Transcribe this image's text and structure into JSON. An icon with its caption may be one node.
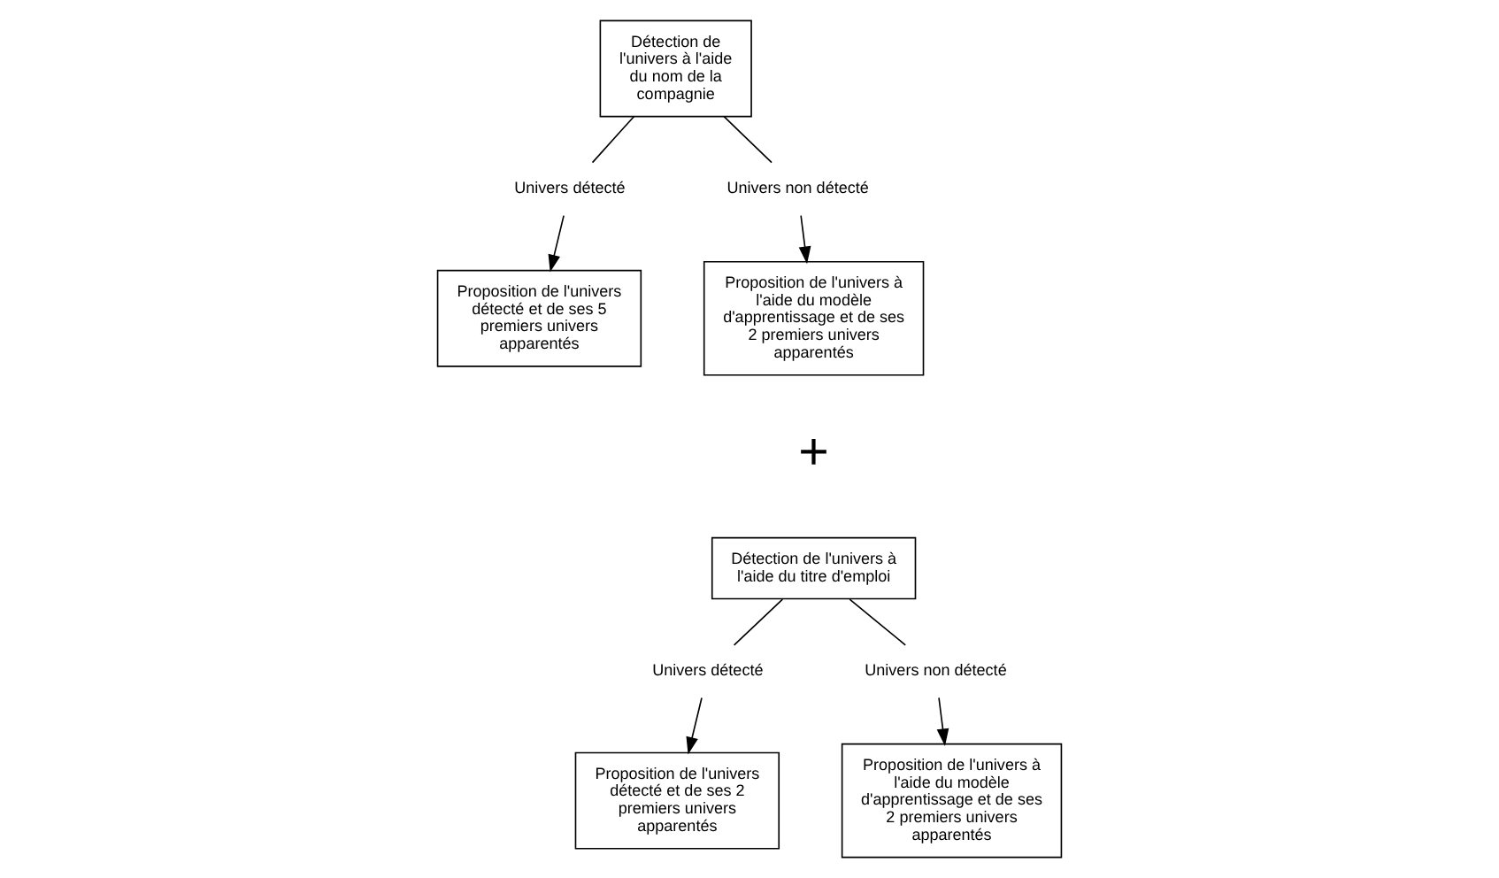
{
  "diagram": {
    "nodes": [
      {
        "text": [
          "Détection de l'univers à l'aide du nom de la compagnie"
        ]
      },
      {
        "text": [
          "Univers détecté"
        ]
      },
      {
        "text": [
          "Univers non détecté"
        ]
      },
      {
        "text": [
          "Proposition de l'univers détecté et de ses 5 premiers univers apparentés"
        ]
      },
      {
        "text": [
          "Proposition de l'univers à l'aide du modèle d'apprentissage et de ses 2 premiers univers apparentés"
        ]
      },
      {
        "text": [
          "Détection de l'univers à l'aide du titre d'emploi"
        ]
      },
      {
        "text": [
          "Univers détecté"
        ]
      },
      {
        "text": [
          "Univers non détecté"
        ]
      },
      {
        "text": [
          "Proposition de l'univers détecté et de ses 2 premiers univers apparentés"
        ]
      },
      {
        "text": [
          "Proposition de l'univers à l'aide du modèle d'apprentissage et de ses 2 premiers univers apparentés"
        ]
      }
    ],
    "edges": [
      {
        "from": 0,
        "to": 1,
        "arrow": "none"
      },
      {
        "from": 0,
        "to": 2,
        "arrow": "none"
      },
      {
        "from": 1,
        "to": 3,
        "arrow": "to"
      },
      {
        "from": 2,
        "to": 4,
        "arrow": "to"
      },
      {
        "from": 5,
        "to": 6,
        "arrow": "none"
      },
      {
        "from": 5,
        "to": 7,
        "arrow": "none"
      },
      {
        "from": 6,
        "to": 8,
        "arrow": "to"
      },
      {
        "from": 7,
        "to": 9,
        "arrow": "to"
      }
    ],
    "labels": [
      "+"
    ]
  }
}
